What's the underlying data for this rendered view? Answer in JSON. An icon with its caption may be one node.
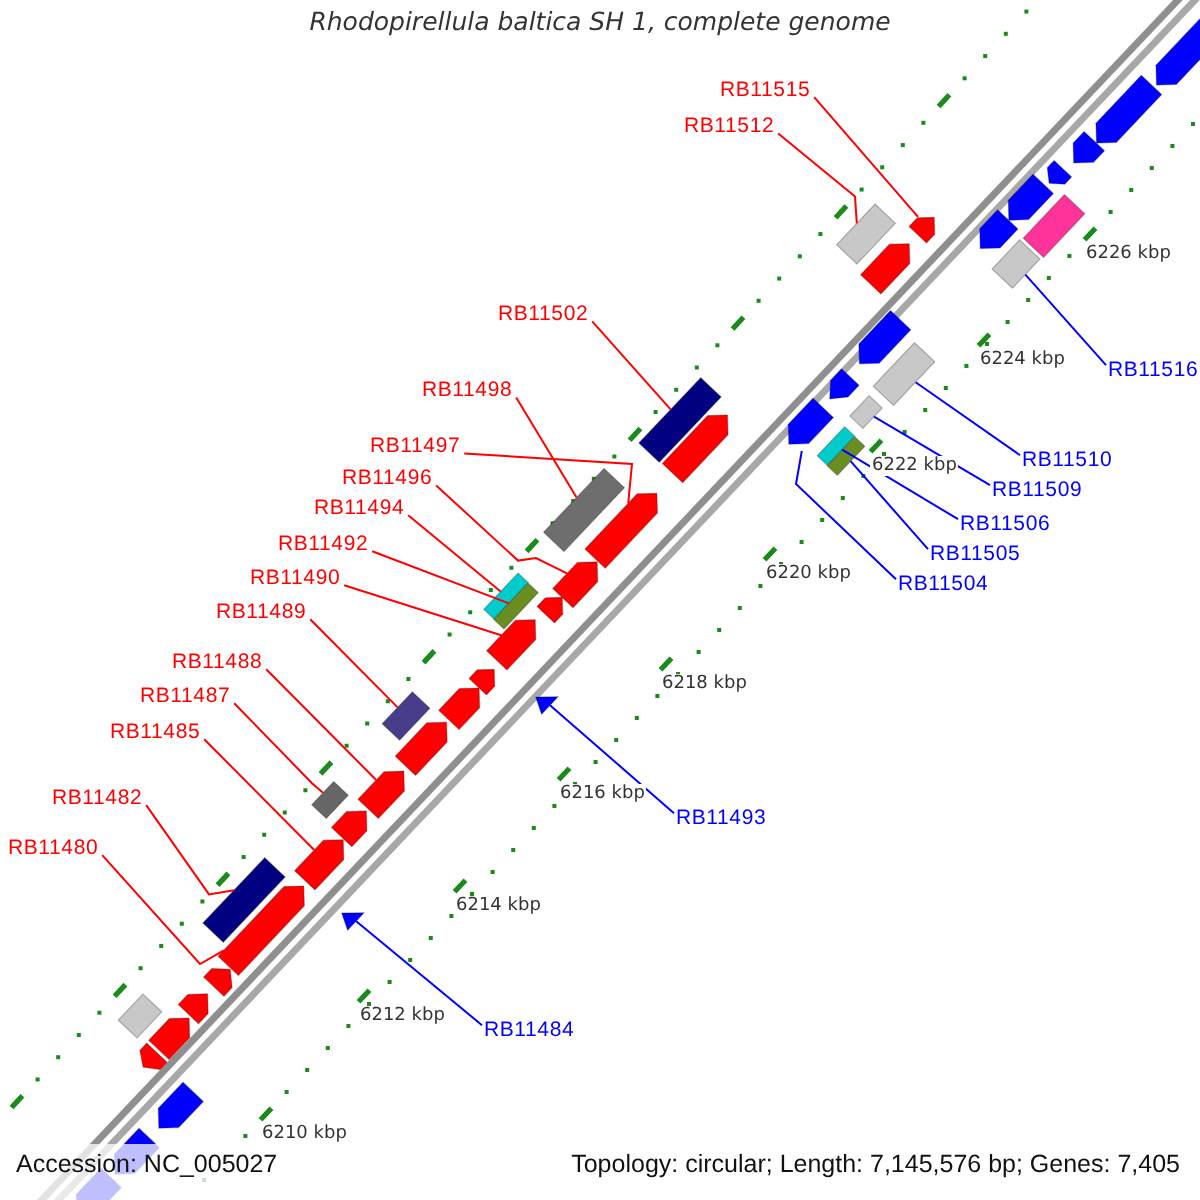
{
  "diagram": {
    "title": "Rhodopirellula baltica SH 1, complete genome",
    "nodes": [
      {
        "text": [
          "RB11515"
        ]
      },
      {
        "text": [
          "RB11512"
        ]
      },
      {
        "text": [
          "RB11502"
        ]
      },
      {
        "text": [
          "RB11498"
        ]
      },
      {
        "text": [
          "RB11497"
        ]
      },
      {
        "text": [
          "RB11496"
        ]
      },
      {
        "text": [
          "RB11494"
        ]
      },
      {
        "text": [
          "RB11492"
        ]
      },
      {
        "text": [
          "RB11490"
        ]
      },
      {
        "text": [
          "RB11489"
        ]
      },
      {
        "text": [
          "RB11488"
        ]
      },
      {
        "text": [
          "RB11487"
        ]
      },
      {
        "text": [
          "RB11485"
        ]
      },
      {
        "text": [
          "RB11482"
        ]
      },
      {
        "text": [
          "RB11480"
        ]
      },
      {
        "text": [
          "RB11516"
        ]
      },
      {
        "text": [
          "RB11510"
        ]
      },
      {
        "text": [
          "RB11509"
        ]
      },
      {
        "text": [
          "RB11506"
        ]
      },
      {
        "text": [
          "RB11505"
        ]
      },
      {
        "text": [
          "RB11504"
        ]
      },
      {
        "text": [
          "RB11493"
        ]
      },
      {
        "text": [
          "RB11484"
        ]
      },
      {
        "text": [],
        "shape": "pentagon"
      },
      {
        "text": [],
        "shape": "box"
      },
      {
        "text": [],
        "shape": "box"
      },
      {
        "text": [],
        "shape": "box"
      },
      {
        "text": [],
        "shape": "pentagon"
      },
      {
        "text": [],
        "shape": "pentagon"
      },
      {
        "text": [],
        "shape": "box"
      },
      {
        "text": [],
        "shape": "box"
      },
      {
        "text": [],
        "shape": "pentagon"
      },
      {
        "text": [],
        "shape": "box"
      },
      {
        "text": [],
        "shape": "pentagon"
      },
      {
        "text": [],
        "shape": "box"
      },
      {
        "text": [],
        "shape": "pentagon"
      },
      {
        "text": [],
        "shape": "box"
      },
      {
        "text": [],
        "shape": "pentagon"
      },
      {
        "text": [],
        "shape": "box"
      },
      {
        "text": [],
        "shape": "box"
      },
      {
        "text": [],
        "shape": "box"
      },
      {
        "text": [],
        "shape": "box"
      },
      {
        "text": [],
        "shape": "box"
      },
      {
        "text": [],
        "shape": "pentagon"
      },
      {
        "text": [],
        "shape": "triangle"
      },
      {
        "text": [],
        "shape": "triangle"
      },
      {
        "text": [],
        "shape": "pentagon"
      },
      {
        "text": [],
        "shape": "pentagon"
      },
      {
        "text": [],
        "shape": "box"
      },
      {
        "text": [],
        "shape": "pentagon"
      },
      {
        "text": [],
        "shape": "pentagon"
      },
      {
        "text": [],
        "shape": "pentagon"
      },
      {
        "text": [],
        "shape": "pentagon"
      },
      {
        "text": [],
        "shape": "pentagon"
      },
      {
        "text": [],
        "shape": "pentagon"
      },
      {
        "text": [],
        "shape": "pentagon"
      },
      {
        "text": [],
        "shape": "pentagon"
      },
      {
        "text": [],
        "shape": "pentagon"
      },
      {
        "text": [],
        "shape": "pentagon"
      },
      {
        "text": [],
        "shape": "pentagon"
      },
      {
        "text": [],
        "shape": "pentagon"
      },
      {
        "text": [],
        "shape": "pentagon"
      },
      {
        "text": [],
        "shape": "pentagon"
      },
      {
        "text": [],
        "shape": "pentagon"
      },
      {
        "text": [],
        "shape": "pentagon"
      },
      {
        "text": [],
        "shape": "box"
      },
      {
        "text": [],
        "shape": "pentagon"
      },
      {
        "text": [],
        "shape": "pentagon"
      },
      {
        "text": [],
        "shape": "pentagon"
      },
      {
        "text": [],
        "shape": "pentagon"
      }
    ],
    "edges": [
      {
        "from": 0,
        "to": 23,
        "arrow": "none"
      },
      {
        "from": 1,
        "to": 24,
        "arrow": "none"
      },
      {
        "from": 2,
        "to": 25,
        "arrow": "none"
      },
      {
        "from": 3,
        "to": 26,
        "arrow": "none"
      },
      {
        "from": 4,
        "to": 27,
        "arrow": "none"
      },
      {
        "from": 5,
        "to": 28,
        "arrow": "none"
      },
      {
        "from": 6,
        "to": 29,
        "arrow": "none"
      },
      {
        "from": 7,
        "to": 30,
        "arrow": "none"
      },
      {
        "from": 8,
        "to": 31,
        "arrow": "none"
      },
      {
        "from": 9,
        "to": 32,
        "arrow": "none"
      },
      {
        "from": 10,
        "to": 33,
        "arrow": "none"
      },
      {
        "from": 11,
        "to": 34,
        "arrow": "none"
      },
      {
        "from": 12,
        "to": 35,
        "arrow": "none"
      },
      {
        "from": 13,
        "to": 36,
        "arrow": "none"
      },
      {
        "from": 14,
        "to": 37,
        "arrow": "none"
      },
      {
        "from": 15,
        "to": 38,
        "arrow": "none",
        "color": "#0000ff"
      },
      {
        "from": 16,
        "to": 39,
        "arrow": "none",
        "color": "#0000ff"
      },
      {
        "from": 17,
        "to": 40,
        "arrow": "none",
        "color": "#0000ff"
      },
      {
        "from": 18,
        "to": 41,
        "arrow": "none",
        "color": "#0000ff"
      },
      {
        "from": 19,
        "to": 42,
        "arrow": "none",
        "color": "#0000ff"
      },
      {
        "from": 20,
        "to": 43,
        "arrow": "none",
        "color": "#0000ff"
      },
      {
        "from": 21,
        "to": 44,
        "arrow": "none",
        "color": "#0000ff"
      },
      {
        "from": 22,
        "to": 45,
        "arrow": "none",
        "color": "#0000ff"
      }
    ],
    "labels": [
      "6226 kbp",
      "6224 kbp",
      "6222 kbp",
      "6220 kbp",
      "6218 kbp",
      "6216 kbp",
      "6214 kbp",
      "6212 kbp",
      "6210 kbp",
      "Accession: NC_005027",
      "Topology: circular; Length: 7,145,576 bp; Genes: 7,405"
    ]
  }
}
